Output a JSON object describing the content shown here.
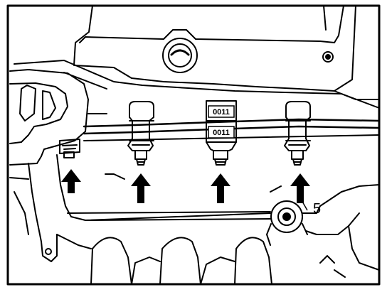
{
  "diagram": {
    "tag_labels": {
      "upper": "0011",
      "lower": "0011"
    },
    "reference_number": "5",
    "arrows": [
      "arrow-1",
      "arrow-2",
      "arrow-3",
      "arrow-4"
    ],
    "colors": {
      "ink": "#000000",
      "paper": "#ffffff"
    }
  }
}
